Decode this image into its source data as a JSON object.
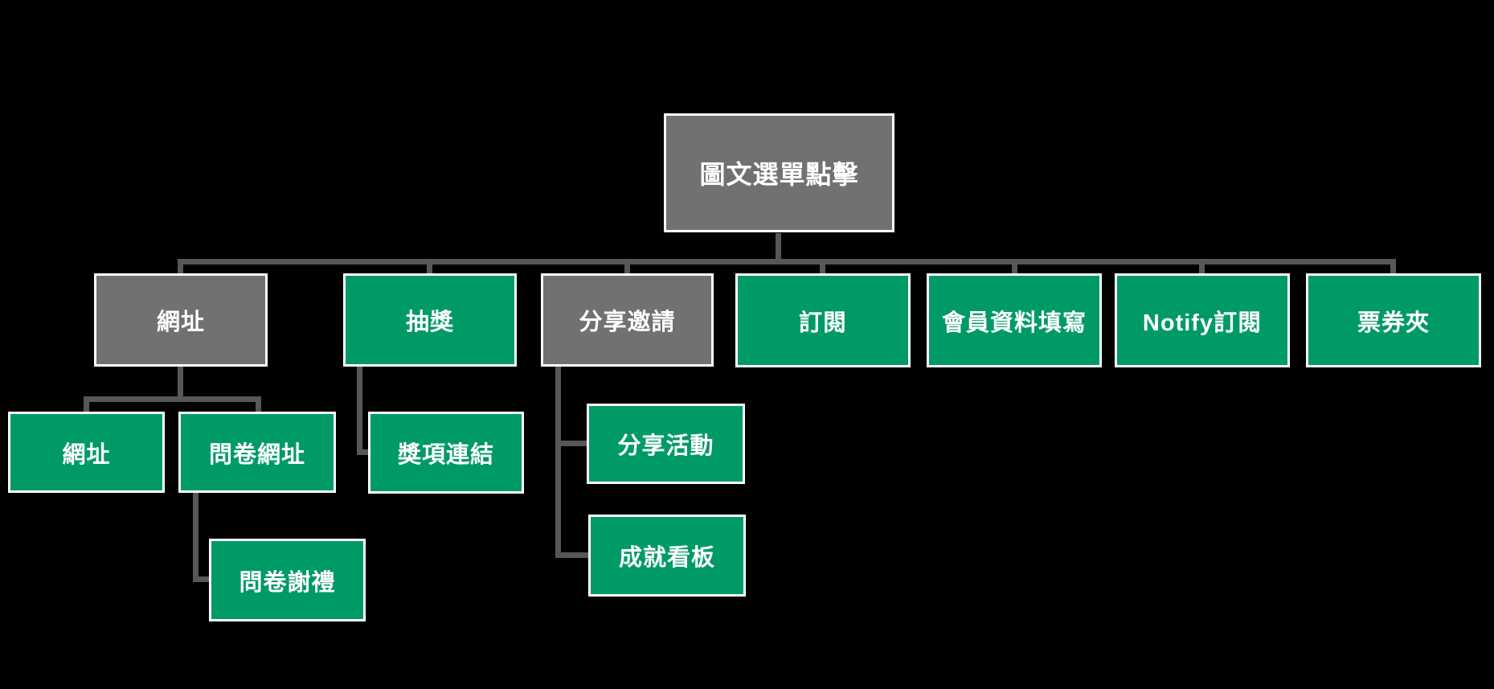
{
  "diagram": {
    "colors": {
      "background": "#000000",
      "green": "#009a68",
      "gray": "#737070",
      "connector": "#575757",
      "node_border": "#ffffff",
      "text": "#ffffff"
    },
    "root": {
      "label": "圖文選單點擊",
      "variant": "gray"
    },
    "level2": [
      {
        "label": "網址",
        "variant": "gray"
      },
      {
        "label": "抽獎",
        "variant": "green"
      },
      {
        "label": "分享邀請",
        "variant": "gray"
      },
      {
        "label": "訂閱",
        "variant": "green"
      },
      {
        "label": "會員資料填寫",
        "variant": "green"
      },
      {
        "label": "Notify訂閱",
        "variant": "green"
      },
      {
        "label": "票券夾",
        "variant": "green"
      }
    ],
    "level3": [
      {
        "label": "網址",
        "parent": "網址",
        "variant": "green"
      },
      {
        "label": "問卷網址",
        "parent": "網址",
        "variant": "green"
      },
      {
        "label": "獎項連結",
        "parent": "抽獎",
        "variant": "green"
      },
      {
        "label": "分享活動",
        "parent": "分享邀請",
        "variant": "green"
      },
      {
        "label": "成就看板",
        "parent": "分享邀請",
        "variant": "green"
      }
    ],
    "level4": [
      {
        "label": "問卷謝禮",
        "parent": "問卷網址",
        "variant": "green"
      }
    ]
  }
}
